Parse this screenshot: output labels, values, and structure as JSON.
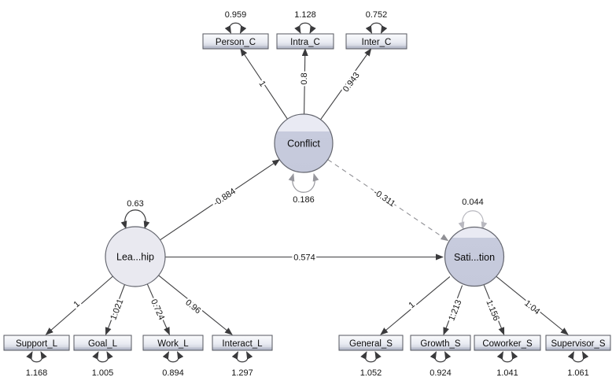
{
  "diagram_type": "sem-path-diagram",
  "latents": [
    {
      "id": "conflict",
      "label": "Conflict",
      "variance": "0.186"
    },
    {
      "id": "leadership",
      "label": "Lea...hip",
      "variance": "0.63"
    },
    {
      "id": "satisfaction",
      "label": "Sati...tion",
      "variance": "0.044"
    }
  ],
  "indicators": [
    {
      "id": "person_c",
      "factor": "conflict",
      "label": "Person_C",
      "loading": "1",
      "error": "0.959"
    },
    {
      "id": "intra_c",
      "factor": "conflict",
      "label": "Intra_C",
      "loading": "0.8",
      "error": "1.128"
    },
    {
      "id": "inter_c",
      "factor": "conflict",
      "label": "Inter_C",
      "loading": "0.943",
      "error": "0.752"
    },
    {
      "id": "support_l",
      "factor": "leadership",
      "label": "Support_L",
      "loading": "1",
      "error": "1.168"
    },
    {
      "id": "goal_l",
      "factor": "leadership",
      "label": "Goal_L",
      "loading": "1.021",
      "error": "1.005"
    },
    {
      "id": "work_l",
      "factor": "leadership",
      "label": "Work_L",
      "loading": "0.724",
      "error": "0.894"
    },
    {
      "id": "interact_l",
      "factor": "leadership",
      "label": "Interact_L",
      "loading": "0.96",
      "error": "1.297"
    },
    {
      "id": "general_s",
      "factor": "satisfaction",
      "label": "General_S",
      "loading": "1",
      "error": "1.052"
    },
    {
      "id": "growth_s",
      "factor": "satisfaction",
      "label": "Growth_S",
      "loading": "1.213",
      "error": "0.924"
    },
    {
      "id": "coworker_s",
      "factor": "satisfaction",
      "label": "Coworker_S",
      "loading": "1.156",
      "error": "1.041"
    },
    {
      "id": "supervisor_s",
      "factor": "satisfaction",
      "label": "Supervisor_S",
      "loading": "1.04",
      "error": "1.061"
    }
  ],
  "paths": [
    {
      "from": "leadership",
      "to": "conflict",
      "value": "-0.884",
      "style": "solid"
    },
    {
      "from": "leadership",
      "to": "satisfaction",
      "value": "0.574",
      "style": "solid"
    },
    {
      "from": "conflict",
      "to": "satisfaction",
      "value": "-0.311",
      "style": "dashed"
    }
  ],
  "colors": {
    "line": "#3f3f41",
    "dashed_line": "#909095",
    "latent_fill": "#c7cbdd",
    "latent_fill_light": "#e9eaf3",
    "leadership_fill": "#e9e9f0",
    "box_fill_top": "#fafbfd",
    "box_fill_bottom": "#adb2c3",
    "background": "#ffffff"
  }
}
